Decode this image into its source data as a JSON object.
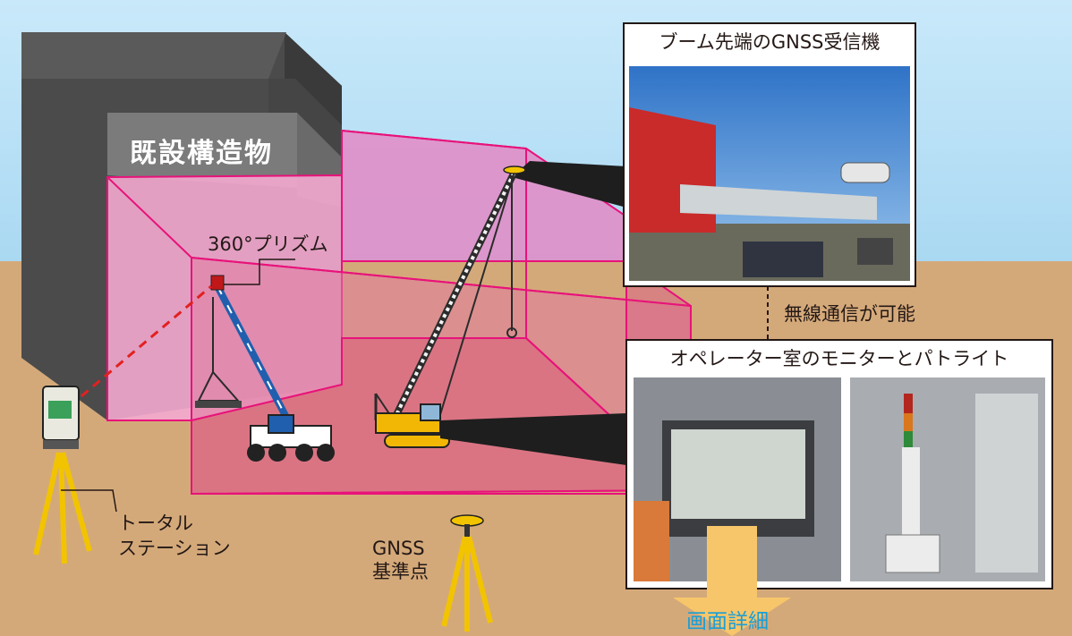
{
  "labels": {
    "structure": "既設構造物",
    "prism": "360°プリズム",
    "total_station_line1": "トータル",
    "total_station_line2": "ステーション",
    "gnss_line1": "GNSS",
    "gnss_line2": "基準点",
    "wireless": "無線通信が可能",
    "detail_arrow": "画面詳細"
  },
  "photos": {
    "boom_gnss_title": "ブーム先端のGNSS受信機",
    "operator_room_title": "オペレーター室のモニターとパトライト"
  },
  "colors": {
    "sky_top": "#a9d8f2",
    "ground": "#d4a97a",
    "zone_pink": "#e8127a",
    "building": "#5b5b5b",
    "arrow": "#f7c66a",
    "arrow_text": "#1a9fd6"
  }
}
